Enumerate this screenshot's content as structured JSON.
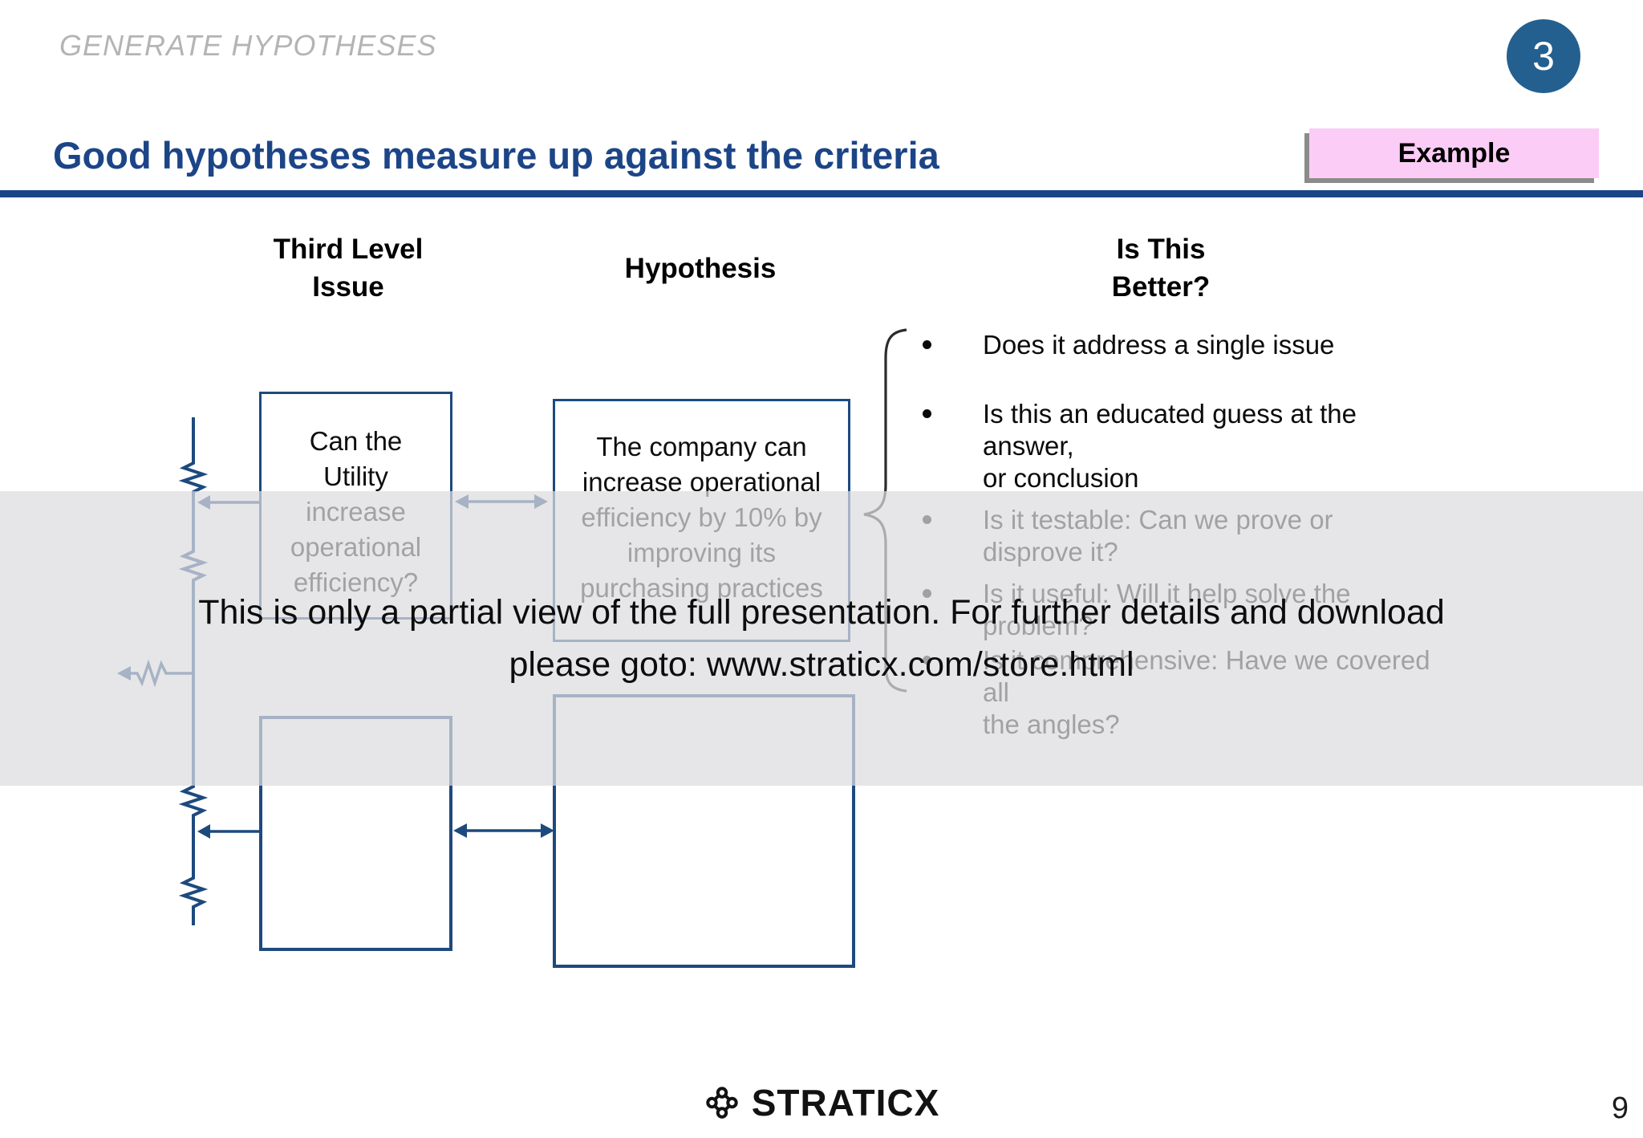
{
  "colors": {
    "title_blue": "#1c4587",
    "navy": "#1d4a7e",
    "badge_pink": "#fbccf5",
    "circle_blue": "#23608f",
    "kicker_gray": "#b4b4b4",
    "band_gray": "rgba(221,221,223,0.72)",
    "text_black": "#0d0d0d"
  },
  "kicker": "GENERATE HYPOTHESES",
  "step_badge": "3",
  "title": "Good hypotheses measure up against the criteria",
  "example_label": "Example",
  "column_headers": {
    "issue_line1": "Third Level",
    "issue_line2": "Issue",
    "hypothesis": "Hypothesis",
    "better_line1": "Is This",
    "better_line2": "Better?"
  },
  "issue_box": {
    "lines": [
      "Can the",
      "Utility",
      "increase",
      "operational",
      "efficiency?"
    ]
  },
  "hypothesis_box": {
    "lines": [
      "The company can",
      "increase operational",
      "efficiency by 10% by",
      "improving its",
      "purchasing practices"
    ]
  },
  "criteria": [
    {
      "lines": [
        "Does it address a single issue"
      ]
    },
    {
      "lines": [
        "Is this an educated guess at the answer,",
        "or conclusion"
      ]
    },
    {
      "lines": [
        "Is it testable: Can we prove or disprove it?"
      ]
    },
    {
      "lines": [
        "Is it useful: Will it help solve the problem?"
      ]
    },
    {
      "lines": [
        "Is it comprehensive: Have we covered all",
        "the angles?"
      ]
    }
  ],
  "watermark": {
    "line1": "This is only a partial view of the full presentation. For further details and download",
    "line2": "please goto: www.straticx.com/store.html"
  },
  "footer": {
    "brand": "STRATICX",
    "page_number": "9"
  }
}
